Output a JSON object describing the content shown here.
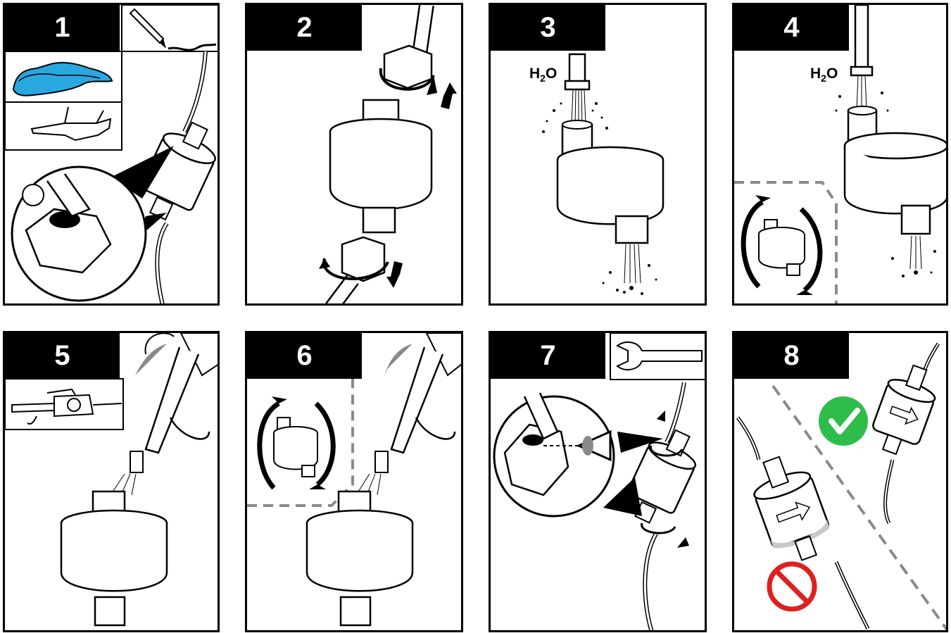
{
  "steps": [
    {
      "number": "1"
    },
    {
      "number": "2"
    },
    {
      "number": "3",
      "label": "H2O"
    },
    {
      "number": "4",
      "label": "H2O"
    },
    {
      "number": "5"
    },
    {
      "number": "6"
    },
    {
      "number": "7"
    },
    {
      "number": "8"
    }
  ],
  "colors": {
    "glove": "#29a8e0",
    "ok": "#2ebd4a",
    "no": "#e02020",
    "dash": "#8a8a8a"
  },
  "icons": [
    "marker-icon",
    "gloves-icon",
    "safety-glasses-icon",
    "air-gun-icon",
    "wrench-icon",
    "eye-icon",
    "check-icon",
    "prohibited-icon"
  ]
}
